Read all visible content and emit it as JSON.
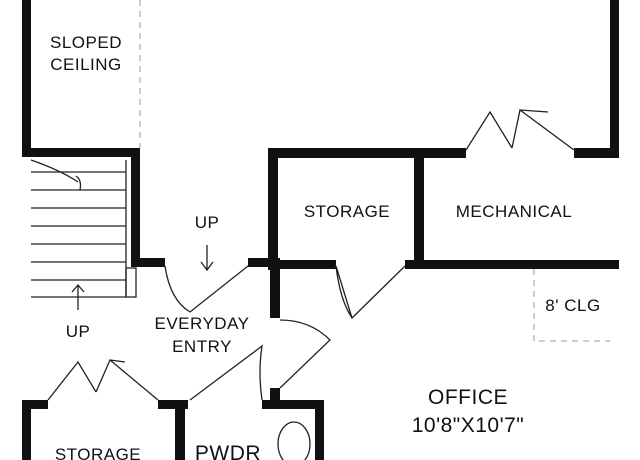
{
  "rooms": {
    "sloped_ceiling_line1": "SLOPED",
    "sloped_ceiling_line2": "CEILING",
    "stair_up_left": "UP",
    "stair_up_center": "UP",
    "storage_top": "STORAGE",
    "mechanical": "MECHANICAL",
    "ceiling_height": "8' CLG",
    "everyday_entry_line1": "EVERYDAY",
    "everyday_entry_line2": "ENTRY",
    "office_name": "OFFICE",
    "office_dims": "10'8\"X10'7\"",
    "storage_bottom": "STORAGE",
    "powder_room": "PWDR"
  },
  "colors": {
    "wall": "#111111",
    "background": "#ffffff",
    "dashed": "#999999"
  }
}
